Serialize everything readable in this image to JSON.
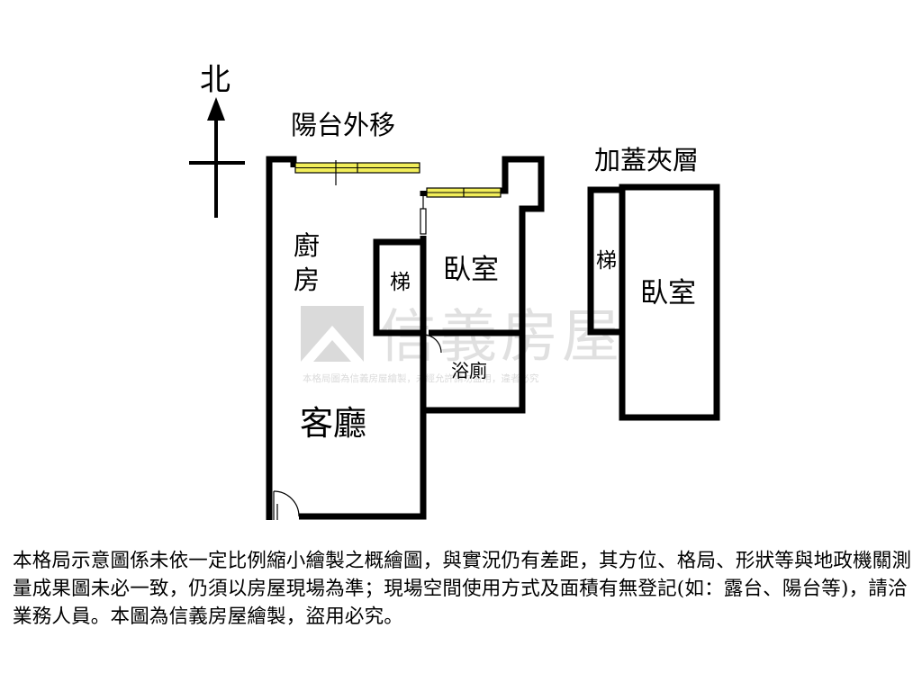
{
  "compass": {
    "north_label": "北"
  },
  "labels": {
    "balcony_moved": "陽台外移",
    "mezzanine_added": "加蓋夾層",
    "kitchen_line1": "廚",
    "kitchen_line2": "房",
    "stairs_main": "梯",
    "bedroom_main": "臥室",
    "bathroom": "浴廁",
    "living_room": "客廳",
    "stairs_mezzanine": "梯",
    "bedroom_mezzanine": "臥室"
  },
  "watermark": {
    "brand": "信義房屋",
    "notice": "本格局圖為信義房屋繪製，未經允許請勿盜用，違者必究"
  },
  "disclaimer": "本格局示意圖係未依一定比例縮小繪製之概繪圖，與實況仍有差距，其方位、格局、形狀等與地政機關測量成果圖未必一致，仍須以房屋現場為準；現場空間使用方式及面積有無登記(如：露台、陽台等)，請洽業務人員。本圖為信義房屋繪製，盜用必究。",
  "colors": {
    "wall": "#000000",
    "window_fill": "#f2ee5a",
    "watermark": "#c8c8c8"
  }
}
